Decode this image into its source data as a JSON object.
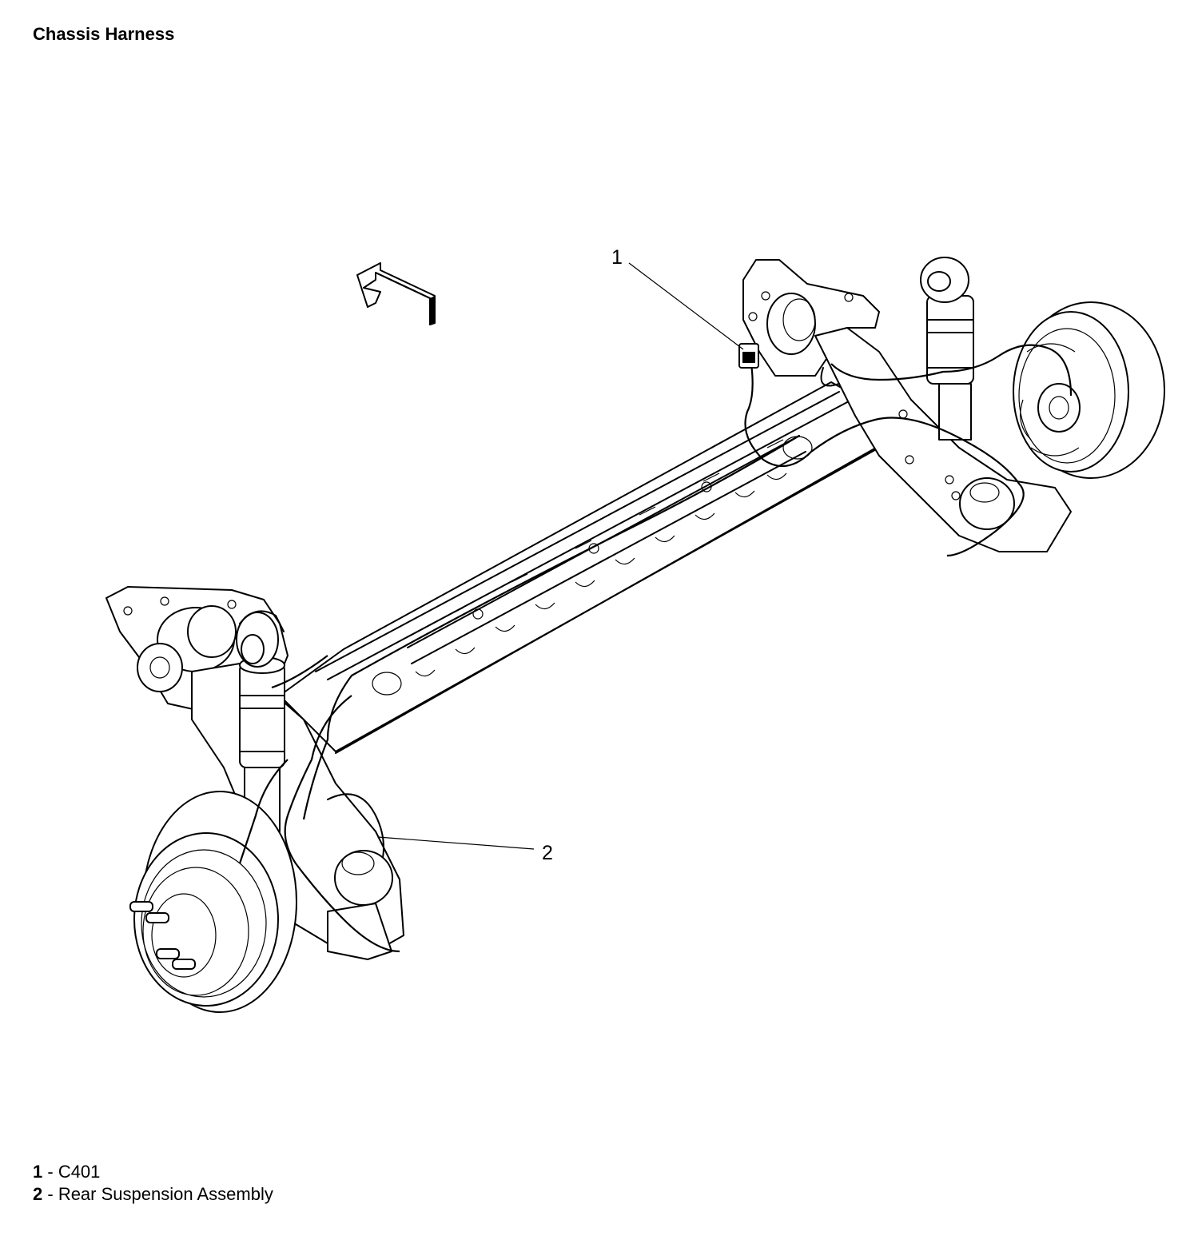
{
  "title": "Chassis Harness",
  "callouts": [
    {
      "number": "1",
      "label": "C401"
    },
    {
      "number": "2",
      "label": "Rear Suspension Assembly"
    }
  ],
  "legend": {
    "items": [
      {
        "number": "1",
        "separator": " - ",
        "label": "C401"
      },
      {
        "number": "2",
        "separator": " - ",
        "label": "Rear Suspension Assembly"
      }
    ]
  },
  "colors": {
    "line": "#000000",
    "background": "#ffffff"
  },
  "icons": [
    "direction-arrow-icon"
  ]
}
